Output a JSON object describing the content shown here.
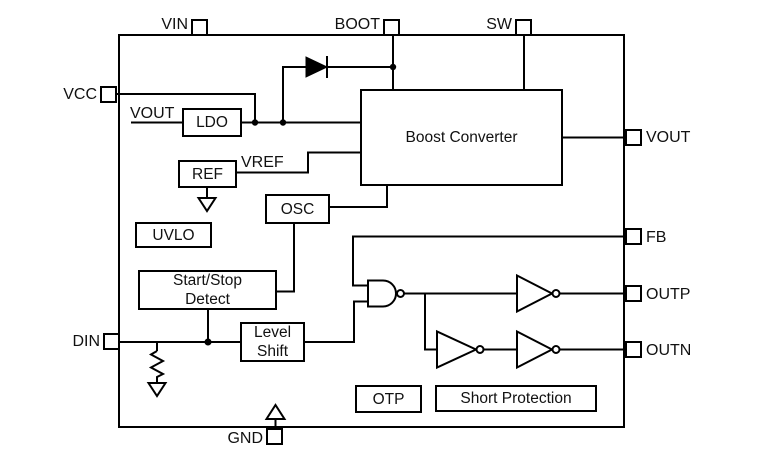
{
  "pins": {
    "vin": "VIN",
    "boot": "BOOT",
    "sw": "SW",
    "vcc": "VCC",
    "din": "DIN",
    "gnd": "GND",
    "vout": "VOUT",
    "fb": "FB",
    "outp": "OUTP",
    "outn": "OUTN"
  },
  "blocks": {
    "ldo": "LDO",
    "ref": "REF",
    "uvlo": "UVLO",
    "osc": "OSC",
    "boost": "Boost Converter",
    "otp": "OTP",
    "short_protection": "Short Protection",
    "start_stop": {
      "line1": "Start/Stop",
      "line2": "Detect"
    },
    "level_shift": {
      "line1": "Level",
      "line2": "Shift"
    }
  },
  "nets": {
    "vout_feed": "VOUT",
    "vref": "VREF"
  },
  "colors": {
    "line": "#000000",
    "background": "#ffffff"
  }
}
